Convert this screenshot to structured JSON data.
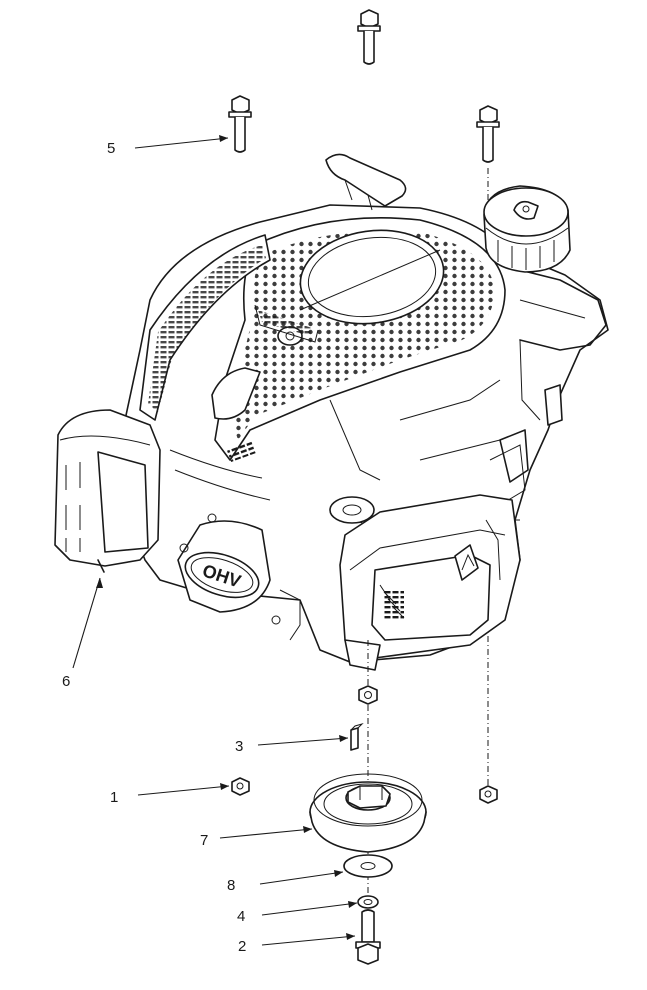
{
  "diagram": {
    "callouts": [
      {
        "id": "c1",
        "label": "1"
      },
      {
        "id": "c2",
        "label": "2"
      },
      {
        "id": "c3",
        "label": "3"
      },
      {
        "id": "c4",
        "label": "4"
      },
      {
        "id": "c5",
        "label": "5"
      },
      {
        "id": "c6",
        "label": "6"
      },
      {
        "id": "c7",
        "label": "7"
      },
      {
        "id": "c8",
        "label": "8"
      }
    ],
    "engine_badge": "OHV"
  }
}
